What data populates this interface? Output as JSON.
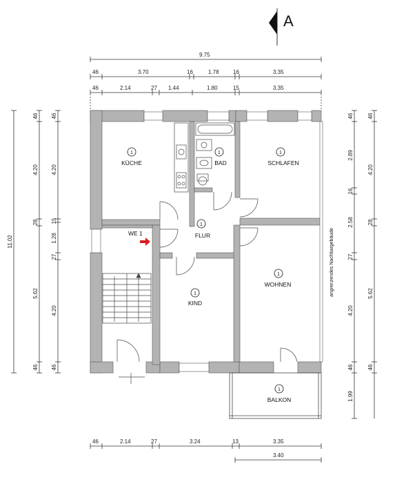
{
  "north": {
    "label": "A"
  },
  "rooms": {
    "kueche": {
      "num": "1",
      "name": "KÜCHE"
    },
    "bad": {
      "num": "1",
      "name": "BAD"
    },
    "schlafen": {
      "num": "1",
      "name": "SCHLAFEN"
    },
    "flur": {
      "num": "1",
      "name": "FLUR"
    },
    "kind": {
      "num": "1",
      "name": "KIND"
    },
    "wohnen": {
      "num": "1",
      "name": "WOHNEN"
    },
    "balkon": {
      "num": "1",
      "name": "BALKON"
    }
  },
  "unit_label": "WE 1",
  "neighbor_label": "angrenzendes Nachbargebäude",
  "dims": {
    "top_total": "9.75",
    "top_row1": [
      "46",
      "3.70",
      "16",
      "1.78",
      "16",
      "3.35"
    ],
    "top_row2": [
      "46",
      "2.14",
      "27",
      "1.44",
      "1.80",
      "15",
      "3.35"
    ],
    "bottom_row1": [
      "46",
      "2.14",
      "27",
      "3.24",
      "13",
      "3.35"
    ],
    "bottom_total": "3.40",
    "left_total": "11.02",
    "left_col1": [
      "46",
      "4.20",
      "28",
      "5.62",
      "46"
    ],
    "left_col2": [
      "46",
      "4.20",
      "15",
      "1.28",
      "27",
      "4.20",
      "46"
    ],
    "right_col1": [
      "46",
      "2.89",
      "16",
      "2.58",
      "27",
      "4.20",
      "46",
      "1.99"
    ],
    "right_col2": [
      "46",
      "4.20",
      "28",
      "5.62",
      "46"
    ]
  }
}
